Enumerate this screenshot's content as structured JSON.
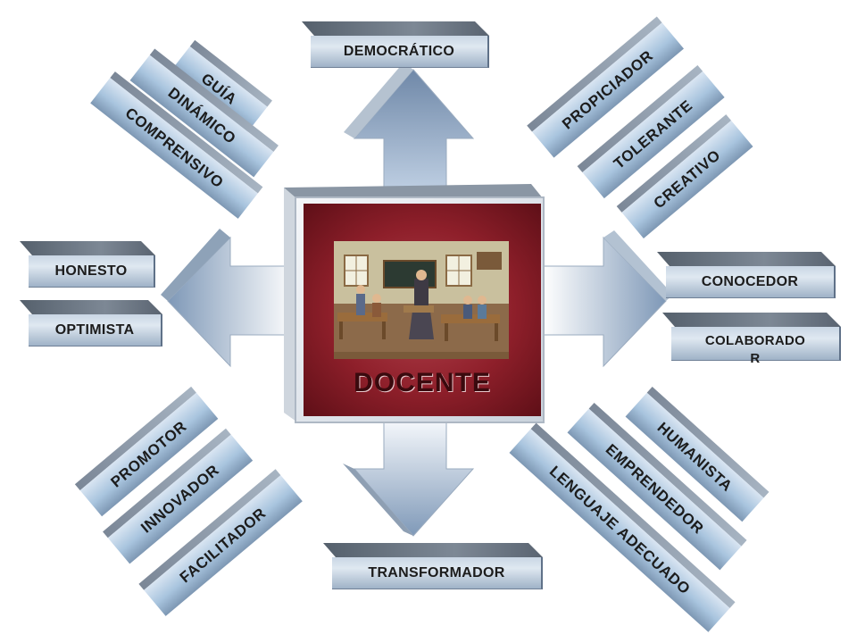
{
  "center": {
    "title": "DOCENTE",
    "illustration": "classroom-scene"
  },
  "top_box": "DEMOCRÁTICO",
  "bottom_box": "TRANSFORMADOR",
  "left_boxes": [
    "HONESTO",
    "OPTIMISTA"
  ],
  "right_boxes": [
    "CONOCEDOR",
    "COLABORADO\nR"
  ],
  "top_left_bars": [
    "GUÍA",
    "DINÁMICO",
    "COMPRENSIVO"
  ],
  "top_right_bars": [
    "PROPICIADOR",
    "TOLERANTE",
    "CREATIVO"
  ],
  "bottom_left_bars": [
    "PROMOTOR",
    "INNOVADOR",
    "FACILITADOR"
  ],
  "bottom_right_bars": [
    "HUMANISTA",
    "EMPRENDEDOR",
    "LENGUAJE ADECUADO"
  ],
  "colors": {
    "frame_red": "#8e1f2a",
    "arrow_blue": "#8fa9c6",
    "bar_blue": "#a8c4de",
    "box_grey": "#c9d6e4"
  }
}
